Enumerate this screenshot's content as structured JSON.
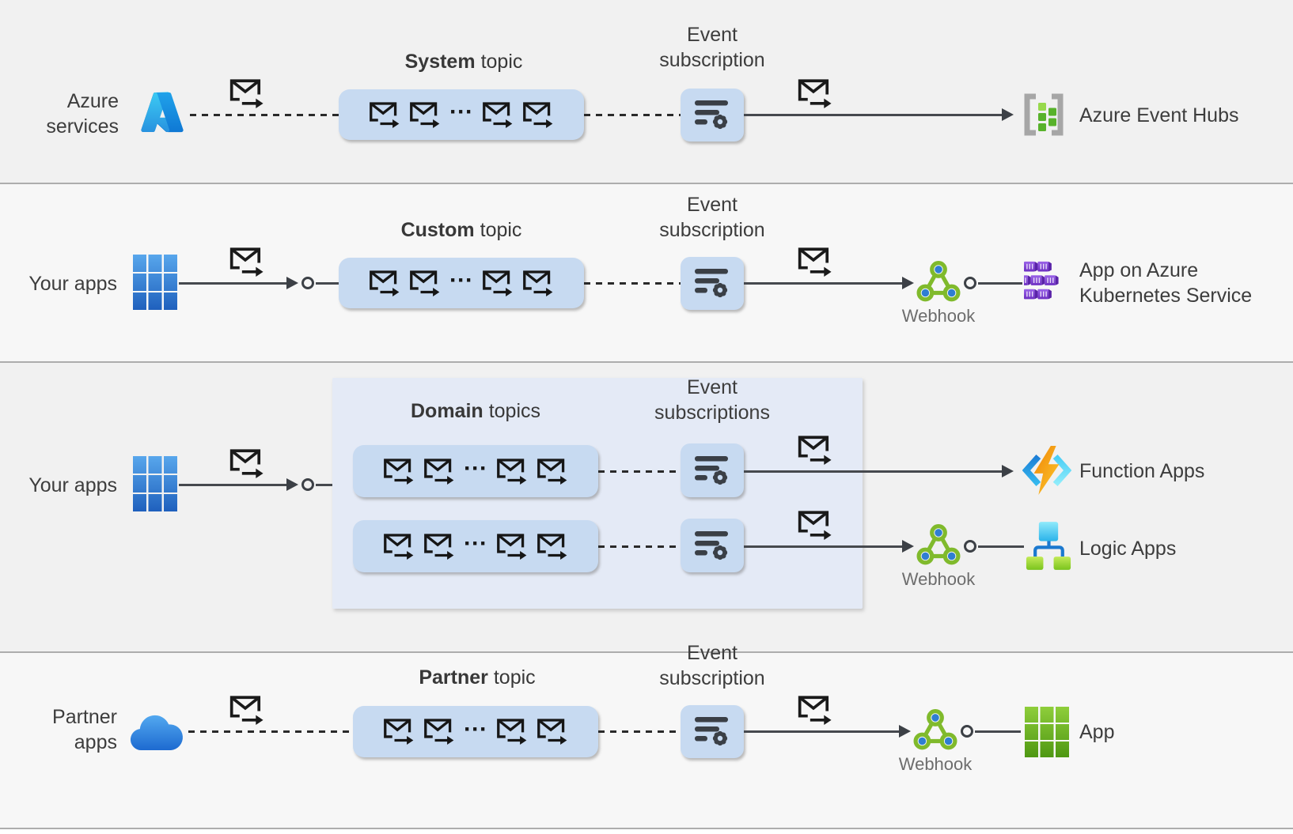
{
  "colors": {
    "topic_box": "#c7daf1",
    "domain_panel": "#e4eaf6",
    "band_dark": "#f1f1f1",
    "band_light": "#f7f7f7",
    "text": "#3d3d3d",
    "muted_text": "#6d6d6d"
  },
  "ellipsis": "···",
  "system_row": {
    "source_line1": "Azure",
    "source_line2": "services",
    "topic_bold": "System",
    "topic_rest": "topic",
    "sub_line1": "Event",
    "sub_line2": "subscription",
    "target": "Azure Event Hubs"
  },
  "custom_row": {
    "source": "Your apps",
    "topic_bold": "Custom",
    "topic_rest": "topic",
    "sub_line1": "Event",
    "sub_line2": "subscription",
    "webhook": "Webhook",
    "target_line1": "App on Azure",
    "target_line2": "Kubernetes Service"
  },
  "domain_row": {
    "source": "Your apps",
    "title_bold": "Domain",
    "title_rest": "topics",
    "sub_line1": "Event",
    "sub_line2": "subscriptions",
    "target_a": "Function Apps",
    "webhook": "Webhook",
    "target_b": "Logic Apps"
  },
  "partner_row": {
    "source_line1": "Partner",
    "source_line2": "apps",
    "topic_bold": "Partner",
    "topic_rest": "topic",
    "sub_line1": "Event",
    "sub_line2": "subscription",
    "webhook": "Webhook",
    "target": "App"
  }
}
